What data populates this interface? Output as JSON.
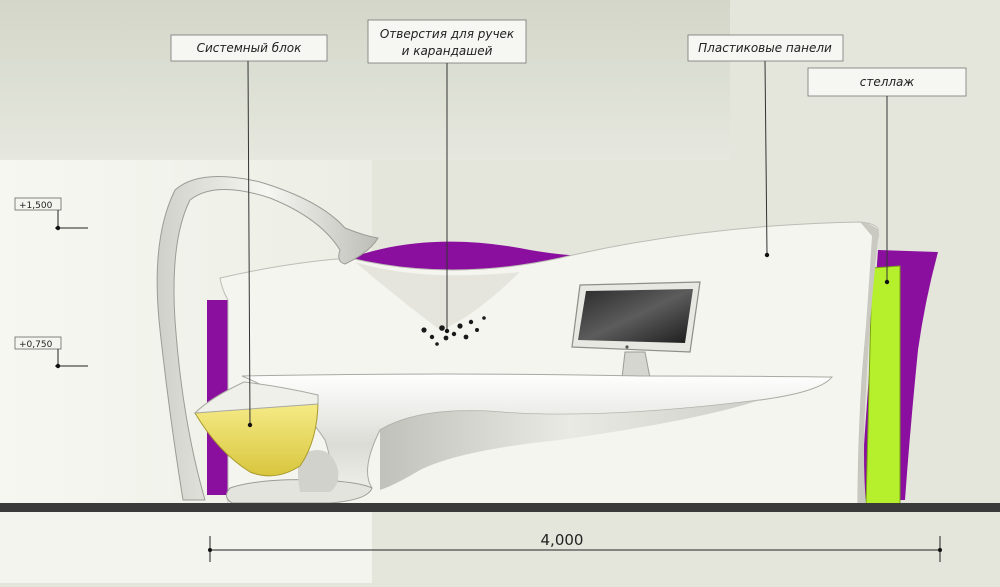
{
  "callouts": {
    "system_unit": "Системный блок",
    "pen_holes_line1": "Отверстия для ручек",
    "pen_holes_line2": "и карандашей",
    "plastic_panels": "Пластиковые панели",
    "shelf": "стеллаж"
  },
  "levels": {
    "upper": "+1,500",
    "middle": "+0,750"
  },
  "dimension": {
    "width": "4,000"
  },
  "colors": {
    "background_top": "#dfe1d6",
    "background_left": "#f3f4ee",
    "panel_white": "#f4f4ef",
    "accent_purple": "#8a0f9e",
    "accent_lime": "#b6f02c",
    "system_unit_yellow": "#efe06a",
    "floor": "#3a3a3a"
  }
}
